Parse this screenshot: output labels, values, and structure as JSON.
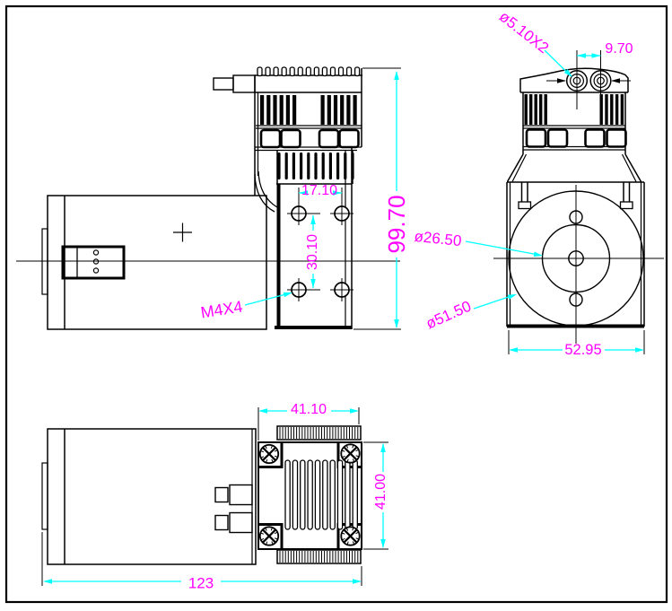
{
  "drawing": {
    "background": "#ffffff",
    "line_color": "#000000",
    "dim_line_color": "#00ffff",
    "dim_text_color": "#ff00ff",
    "dimensions": {
      "port_holes": "ø5.10X2",
      "port_spacing": "9.70",
      "head_height": "99.70",
      "mount_hole_spacing_h": "17.10",
      "mount_hole_spacing_v": "30.10",
      "mount_thread": "M4X4",
      "inner_diameter": "ø26.50",
      "outer_diameter": "ø51.50",
      "front_width": "52.95",
      "head_width": "41.10",
      "head_depth": "41.00",
      "overall_length": "123"
    }
  }
}
